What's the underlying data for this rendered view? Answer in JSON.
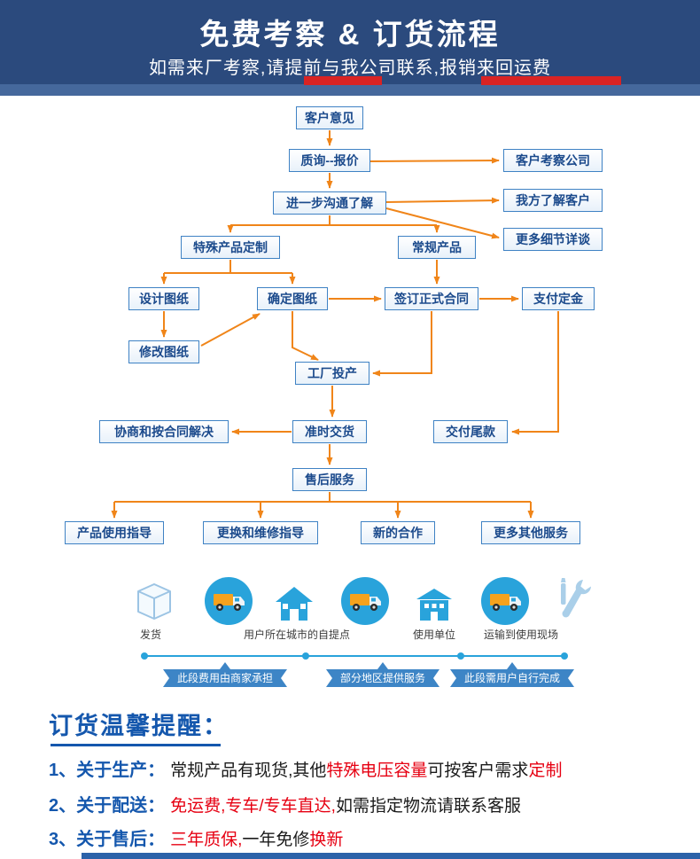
{
  "header": {
    "title": "免费考察 & 订货流程",
    "subtitle": "如需来厂考察,请提前与我公司联系,报销来回运费"
  },
  "flow": {
    "customer_feedback": "客户意见",
    "inquiry_quote": "质询--报价",
    "further_communication": "进一步沟通了解",
    "client_visit_company": "客户考察公司",
    "we_understand_client": "我方了解客户",
    "more_details_discuss": "更多细节详谈",
    "special_product_custom": "特殊产品定制",
    "regular_product": "常规产品",
    "design_drawing": "设计图纸",
    "confirm_drawing": "确定图纸",
    "sign_contract": "签订正式合同",
    "pay_deposit": "支付定金",
    "modify_drawing": "修改图纸",
    "factory_production": "工厂投产",
    "negotiate_per_contract": "协商和按合同解决",
    "on_time_delivery": "准时交货",
    "pay_balance": "交付尾款",
    "after_sales_service": "售后服务",
    "usage_guidance": "产品使用指导",
    "replacement_repair_guidance": "更换和维修指导",
    "new_cooperation": "新的合作",
    "more_other_services": "更多其他服务"
  },
  "logistics": {
    "stages": {
      "ship": "发货",
      "pickup_point": "用户所在城市的自提点",
      "using_unit": "使用单位",
      "transport_to_site": "运输到使用现场"
    },
    "banners": {
      "merchant_pays": "此段费用由商家承担",
      "partial_service": "部分地区提供服务",
      "user_completes": "此段需用户自行完成"
    },
    "icons": {
      "package": "box-icon",
      "delivery_truck": "truck-icon",
      "pickup_house": "house-icon",
      "using_unit_building": "building-icon",
      "service_tools": "tools-icon"
    }
  },
  "notes": {
    "title": "订货温馨提醒：",
    "item1": {
      "label": "1、关于生产：",
      "p1": "常规产品有现货,其他",
      "p2": "特殊电压容量",
      "p3": "可按客户需求",
      "p4": "定制"
    },
    "item2": {
      "label": "2、关于配送：",
      "p1": "免运费,专车/专车直达,",
      "p2": "如需指定物流请联系客服"
    },
    "item3": {
      "label": "3、关于售后：",
      "p1": "三年质保,",
      "p2": "一年免修",
      "p3": "换新"
    }
  },
  "colors": {
    "header_bg": "#2b4a7d",
    "header_strip": "#45689c",
    "accent_red": "#e60012",
    "arrow_orange": "#f08519",
    "box_border": "#3f82c4",
    "box_text": "#1b4a8c",
    "icon_blue": "#29a3db",
    "banner_blue": "#3d85c6",
    "note_blue": "#1457ad"
  }
}
